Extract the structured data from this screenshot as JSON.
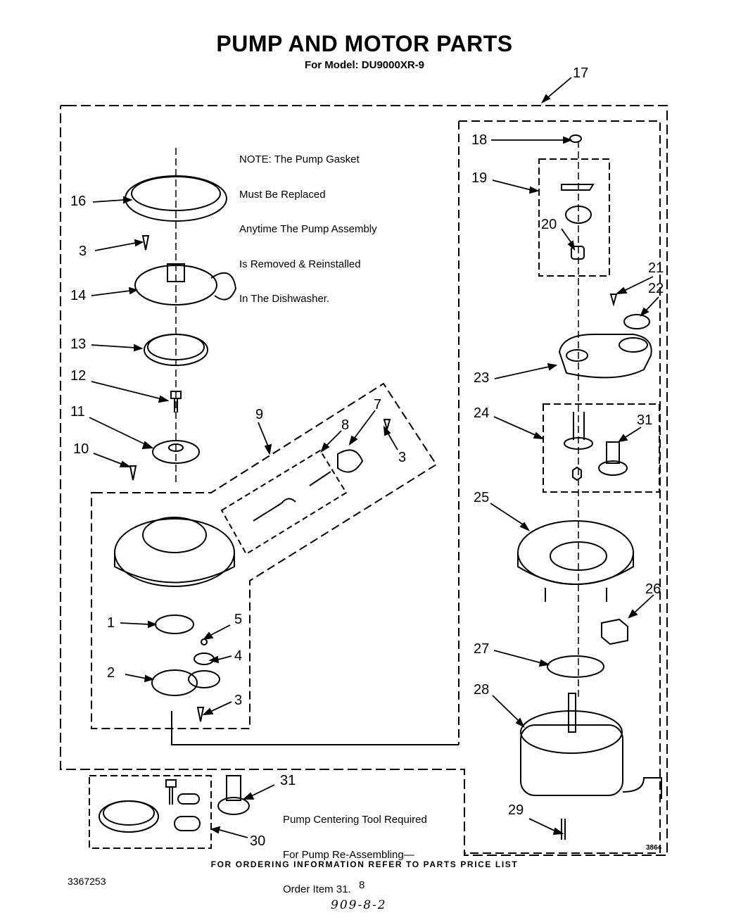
{
  "title": "PUMP AND MOTOR PARTS",
  "subtitle": "For Model: DU9000XR-9",
  "note_lines": [
    "NOTE: The Pump Gasket",
    "Must Be Replaced",
    "Anytime The Pump Assembly",
    "Is Removed & Reinstalled",
    "In The Dishwasher."
  ],
  "callout_lines": [
    "Pump Centering Tool Required",
    "For Pump Re-Assembling—",
    "Order Item 31."
  ],
  "part_labels": {
    "p1": "1",
    "p2": "2",
    "p3a": "3",
    "p3b": "3",
    "p3c": "3",
    "p4": "4",
    "p5": "5",
    "p7": "7",
    "p8": "8",
    "p9": "9",
    "p10": "10",
    "p11": "11",
    "p12": "12",
    "p13": "13",
    "p14": "14",
    "p16": "16",
    "p17": "17",
    "p18": "18",
    "p19": "19",
    "p20": "20",
    "p21": "21",
    "p22": "22",
    "p23": "23",
    "p24": "24",
    "p25": "25",
    "p26": "26",
    "p27": "27",
    "p28": "28",
    "p29": "29",
    "p30": "30",
    "p31a": "31",
    "p31b": "31"
  },
  "figure_id": "3864",
  "footer": "FOR ORDERING INFORMATION REFER TO PARTS PRICE LIST",
  "document_number": "3367253",
  "page_number": "8",
  "handwritten_note": "909-8-2"
}
